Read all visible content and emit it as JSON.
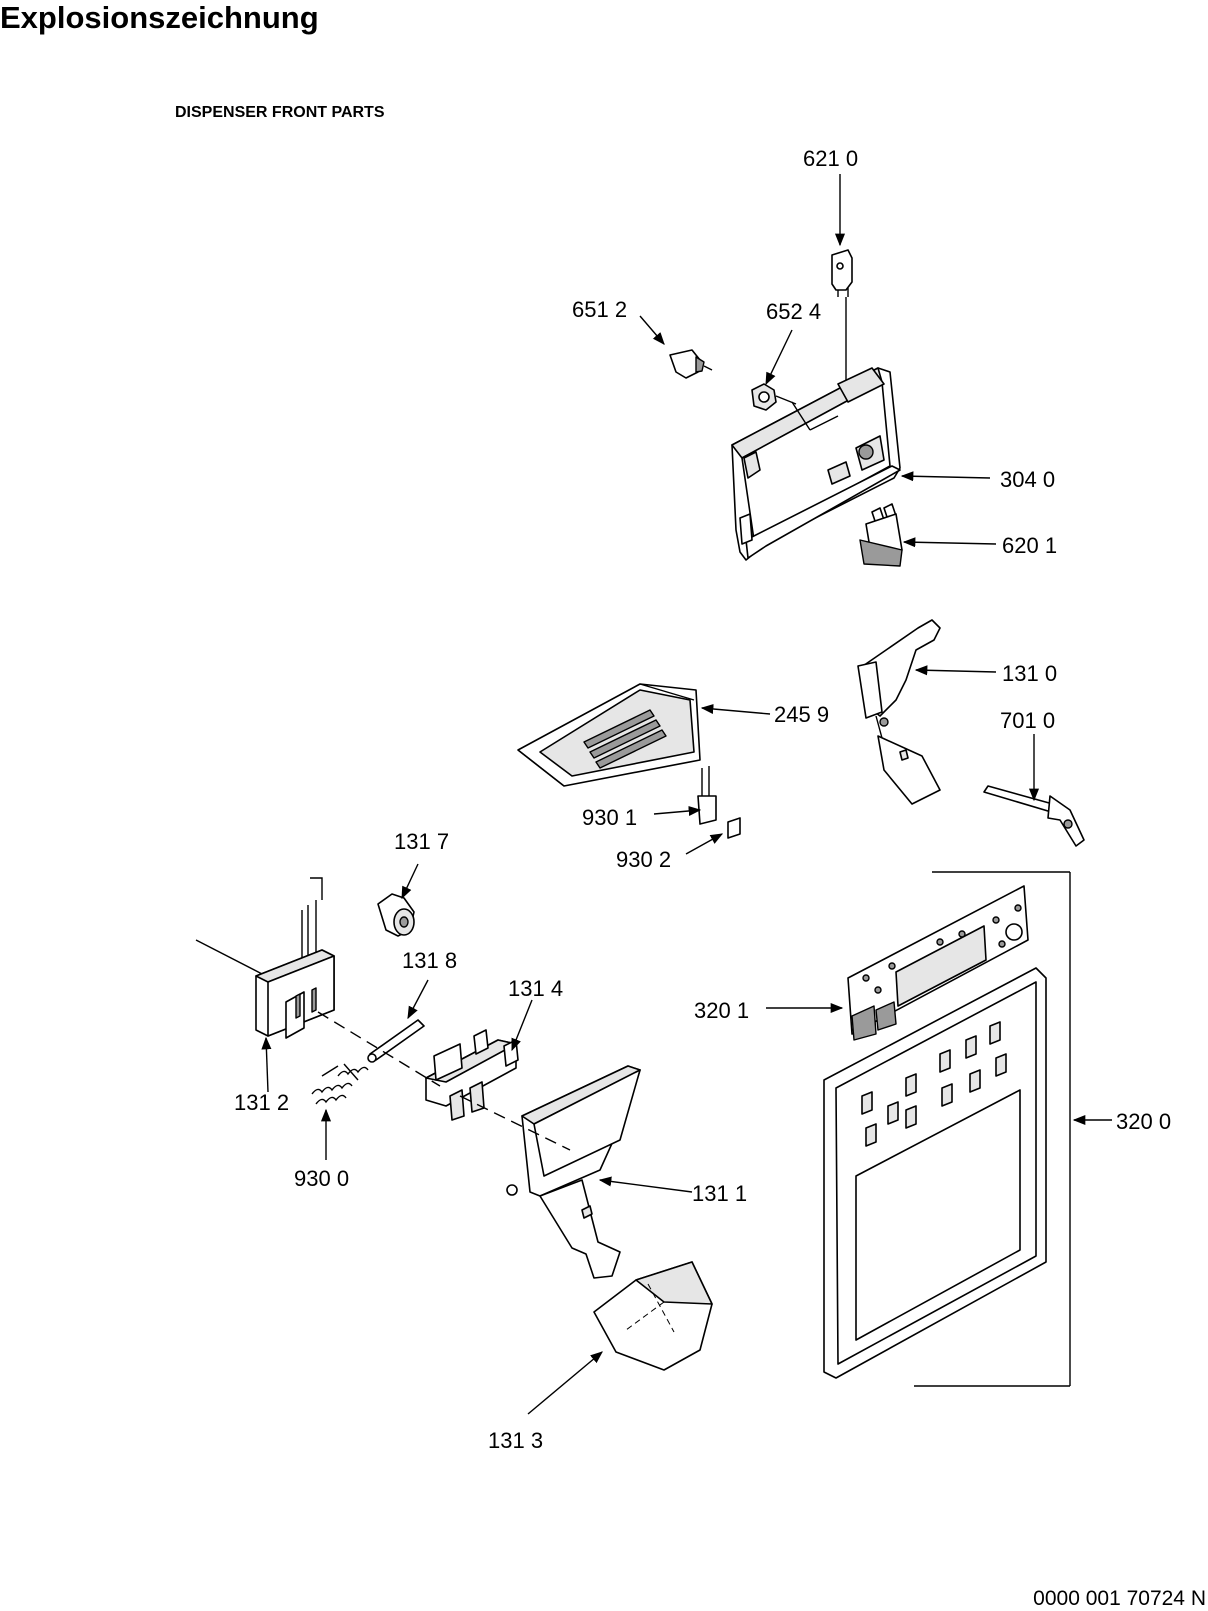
{
  "header": {
    "title": "Explosionszeichnung",
    "subtitle": "DISPENSER FRONT PARTS"
  },
  "footer": {
    "document_number": "0000 001 70724 N"
  },
  "callouts": [
    {
      "id": "6210",
      "label": "621 0"
    },
    {
      "id": "6512",
      "label": "651 2"
    },
    {
      "id": "6524",
      "label": "652 4"
    },
    {
      "id": "3040",
      "label": "304 0"
    },
    {
      "id": "6201",
      "label": "620 1"
    },
    {
      "id": "1310",
      "label": "131 0"
    },
    {
      "id": "2459",
      "label": "245 9"
    },
    {
      "id": "7010",
      "label": "701 0"
    },
    {
      "id": "9301",
      "label": "930 1"
    },
    {
      "id": "9302",
      "label": "930 2"
    },
    {
      "id": "1317",
      "label": "131 7"
    },
    {
      "id": "1318",
      "label": "131 8"
    },
    {
      "id": "1314",
      "label": "131 4"
    },
    {
      "id": "3201",
      "label": "320 1"
    },
    {
      "id": "3200",
      "label": "320 0"
    },
    {
      "id": "1312",
      "label": "131 2"
    },
    {
      "id": "9300",
      "label": "930 0"
    },
    {
      "id": "1311",
      "label": "131 1"
    },
    {
      "id": "1313",
      "label": "131 3"
    }
  ]
}
